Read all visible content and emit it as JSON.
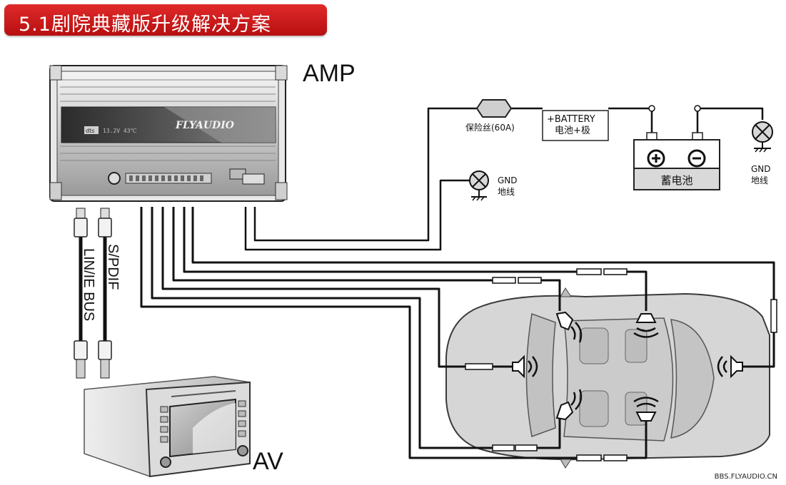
{
  "title": "5.1剧院典藏版升级解决方案",
  "labels": {
    "amp": "AMP",
    "av": "AV",
    "fuse": "保险丝(60A)",
    "battery_plus_en": "+BATTERY",
    "battery_plus_cn": "电池+极",
    "battery": "蓄电池",
    "gnd_left_en": "GND",
    "gnd_left_cn": "地线",
    "gnd_right_en": "GND",
    "gnd_right_cn": "地线",
    "lin_bus": "LIN/IE BUS",
    "spdif": "S/PDIF",
    "amp_brand": "FLYAUDIO",
    "amp_display": "13.2V  43℃",
    "amp_display_badge": "dts"
  },
  "footer": "BBS.FLYAUDIO.CN",
  "colors": {
    "banner": "#c8161d",
    "wire": "#111111",
    "car_fill": "#d6d6d6",
    "car_stroke": "#3a3a3a"
  }
}
